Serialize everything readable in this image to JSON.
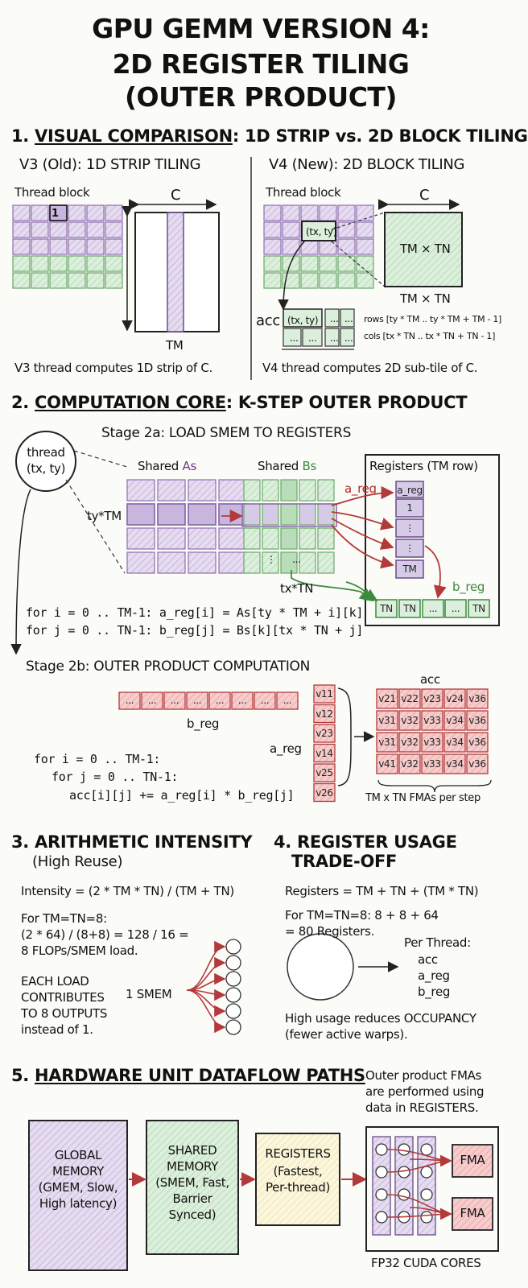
{
  "title": {
    "line1": "GPU GEMM VERSION 4:",
    "line2": "2D REGISTER TILING",
    "line3": "(OUTER PRODUCT)"
  },
  "section1": {
    "num": "1. ",
    "heading_u": "VISUAL COMPARISON",
    "heading_rest": ": 1D STRIP vs. 2D BLOCK TILING",
    "v3": {
      "title": "V3 (Old): 1D STRIP TILING",
      "thread_block": "Thread block",
      "cell_label": "1",
      "c_label": "C",
      "tm_label": "TM",
      "caption": "V3 thread computes 1D strip of C."
    },
    "v4": {
      "title": "V4 (New): 2D BLOCK TILING",
      "thread_block": "Thread block",
      "cell_label": "(tx, ty)",
      "c_label": "C",
      "tile_label": "TM × TN",
      "tile_below": "TM × TN",
      "acc_label": "acc",
      "acc_cell": "(tx, ty)",
      "dots": "...",
      "rows_text": "rows [ty * TM .. ty * TM + TM - 1]",
      "cols_text": "cols [tx * TN .. tx * TN + TN - 1]",
      "caption": "V4 thread computes 2D sub-tile of C."
    }
  },
  "section2": {
    "num": "2. ",
    "heading_u": "COMPUTATION CORE",
    "heading_rest": ": K-STEP OUTER PRODUCT",
    "stage2a": "Stage 2a: LOAD SMEM TO REGISTERS",
    "thread_line1": "thread",
    "thread_line2": "(tx, ty)",
    "shared_prefix": "Shared ",
    "as_label": "As",
    "bs_label": "Bs",
    "registers_label": "Registers (TM row)",
    "ty_tm": "ty*TM",
    "tx_tn": "tx*TN",
    "a_reg_label": "a_reg",
    "a_reg_cells": [
      "a_reg",
      "1",
      "⋮",
      "⋮",
      "TM"
    ],
    "b_reg_label": "b_reg",
    "b_reg_cells": [
      "TN",
      "TN",
      "...",
      "...",
      "TN"
    ],
    "bs_dots": [
      "⋮",
      "..."
    ],
    "code1": "for i = 0 .. TM-1: a_reg[i] = As[ty * TM + i][k]",
    "code2": "for j = 0 .. TN-1: b_reg[j] = Bs[k][tx * TN + j]",
    "stage2b": "Stage 2b: OUTER PRODUCT COMPUTATION",
    "breg_cells": [
      "...",
      "...",
      "...",
      "...",
      "...",
      "...",
      "...",
      "..."
    ],
    "breg_caption": "b_reg",
    "areg_caption": "a_reg",
    "areg_cells": [
      "v11",
      "v12",
      "v23",
      "v14",
      "v25",
      "v26"
    ],
    "acc_label": "acc",
    "acc_grid": [
      [
        "v21",
        "v22",
        "v23",
        "v24",
        "v36"
      ],
      [
        "v31",
        "v32",
        "v33",
        "v34",
        "v36"
      ],
      [
        "v31",
        "v32",
        "v33",
        "v34",
        "v36"
      ],
      [
        "v41",
        "v32",
        "v33",
        "v34",
        "v36"
      ]
    ],
    "fma_caption": "TM x TN FMAs per step",
    "code3": "for i = 0 .. TM-1:",
    "code4": "for j = 0 .. TN-1:",
    "code5": "acc[i][j] += a_reg[i] * b_reg[j]"
  },
  "section3": {
    "heading": "3. ARITHMETIC INTENSITY",
    "sub": "(High Reuse)",
    "formula": "Intensity = (2 * TM * TN) / (TM + TN)",
    "l1": "For TM=TN=8:",
    "l2": "(2 * 64) / (8+8) = 128 / 16 =",
    "l3": "8 FLOPs/SMEM load.",
    "e1": "EACH LOAD",
    "e2": "CONTRIBUTES",
    "e3": "TO 8 OUTPUTS",
    "e4": "instead of 1.",
    "smem": "1 SMEM"
  },
  "section4": {
    "heading1": "4. REGISTER USAGE",
    "heading2": "TRADE-OFF",
    "formula": "Registers = TM + TN + (TM * TN)",
    "l1": "For TM=TN=8: 8 + 8 + 64",
    "l2": "= 80 Registers.",
    "per_thread": "Per Thread:",
    "items": [
      "acc",
      "a_reg",
      "b_reg"
    ],
    "n1": "High usage reduces OCCUPANCY",
    "n2": "(fewer active warps)."
  },
  "section5": {
    "num": "5. ",
    "heading_u": "HARDWARE UNIT DATAFLOW PATHS",
    "note1": "Outer product FMAs",
    "note2": "are performed using",
    "note3": "data in REGISTERS.",
    "gmem": [
      "GLOBAL",
      "MEMORY",
      "(GMEM, Slow,",
      "High latency)"
    ],
    "smem": [
      "SHARED",
      "MEMORY",
      "(SMEM, Fast,",
      "Barrier",
      "Synced)"
    ],
    "regs": [
      "REGISTERS",
      "(Fastest,",
      "Per-thread)"
    ],
    "fma": "FMA",
    "cores": "FP32 CUDA CORES"
  },
  "colors": {
    "purple_fill": "#e6dcf0",
    "purple_stroke": "#8f6fb0",
    "green_fill": "#dcefdc",
    "green_stroke": "#6aa86a",
    "red_fill": "#f6cccc",
    "red_stroke": "#c05050",
    "yellow_fill": "#fbf6dc",
    "arrow_red": "#b33a3a",
    "arrow_green": "#3e8a3e"
  }
}
